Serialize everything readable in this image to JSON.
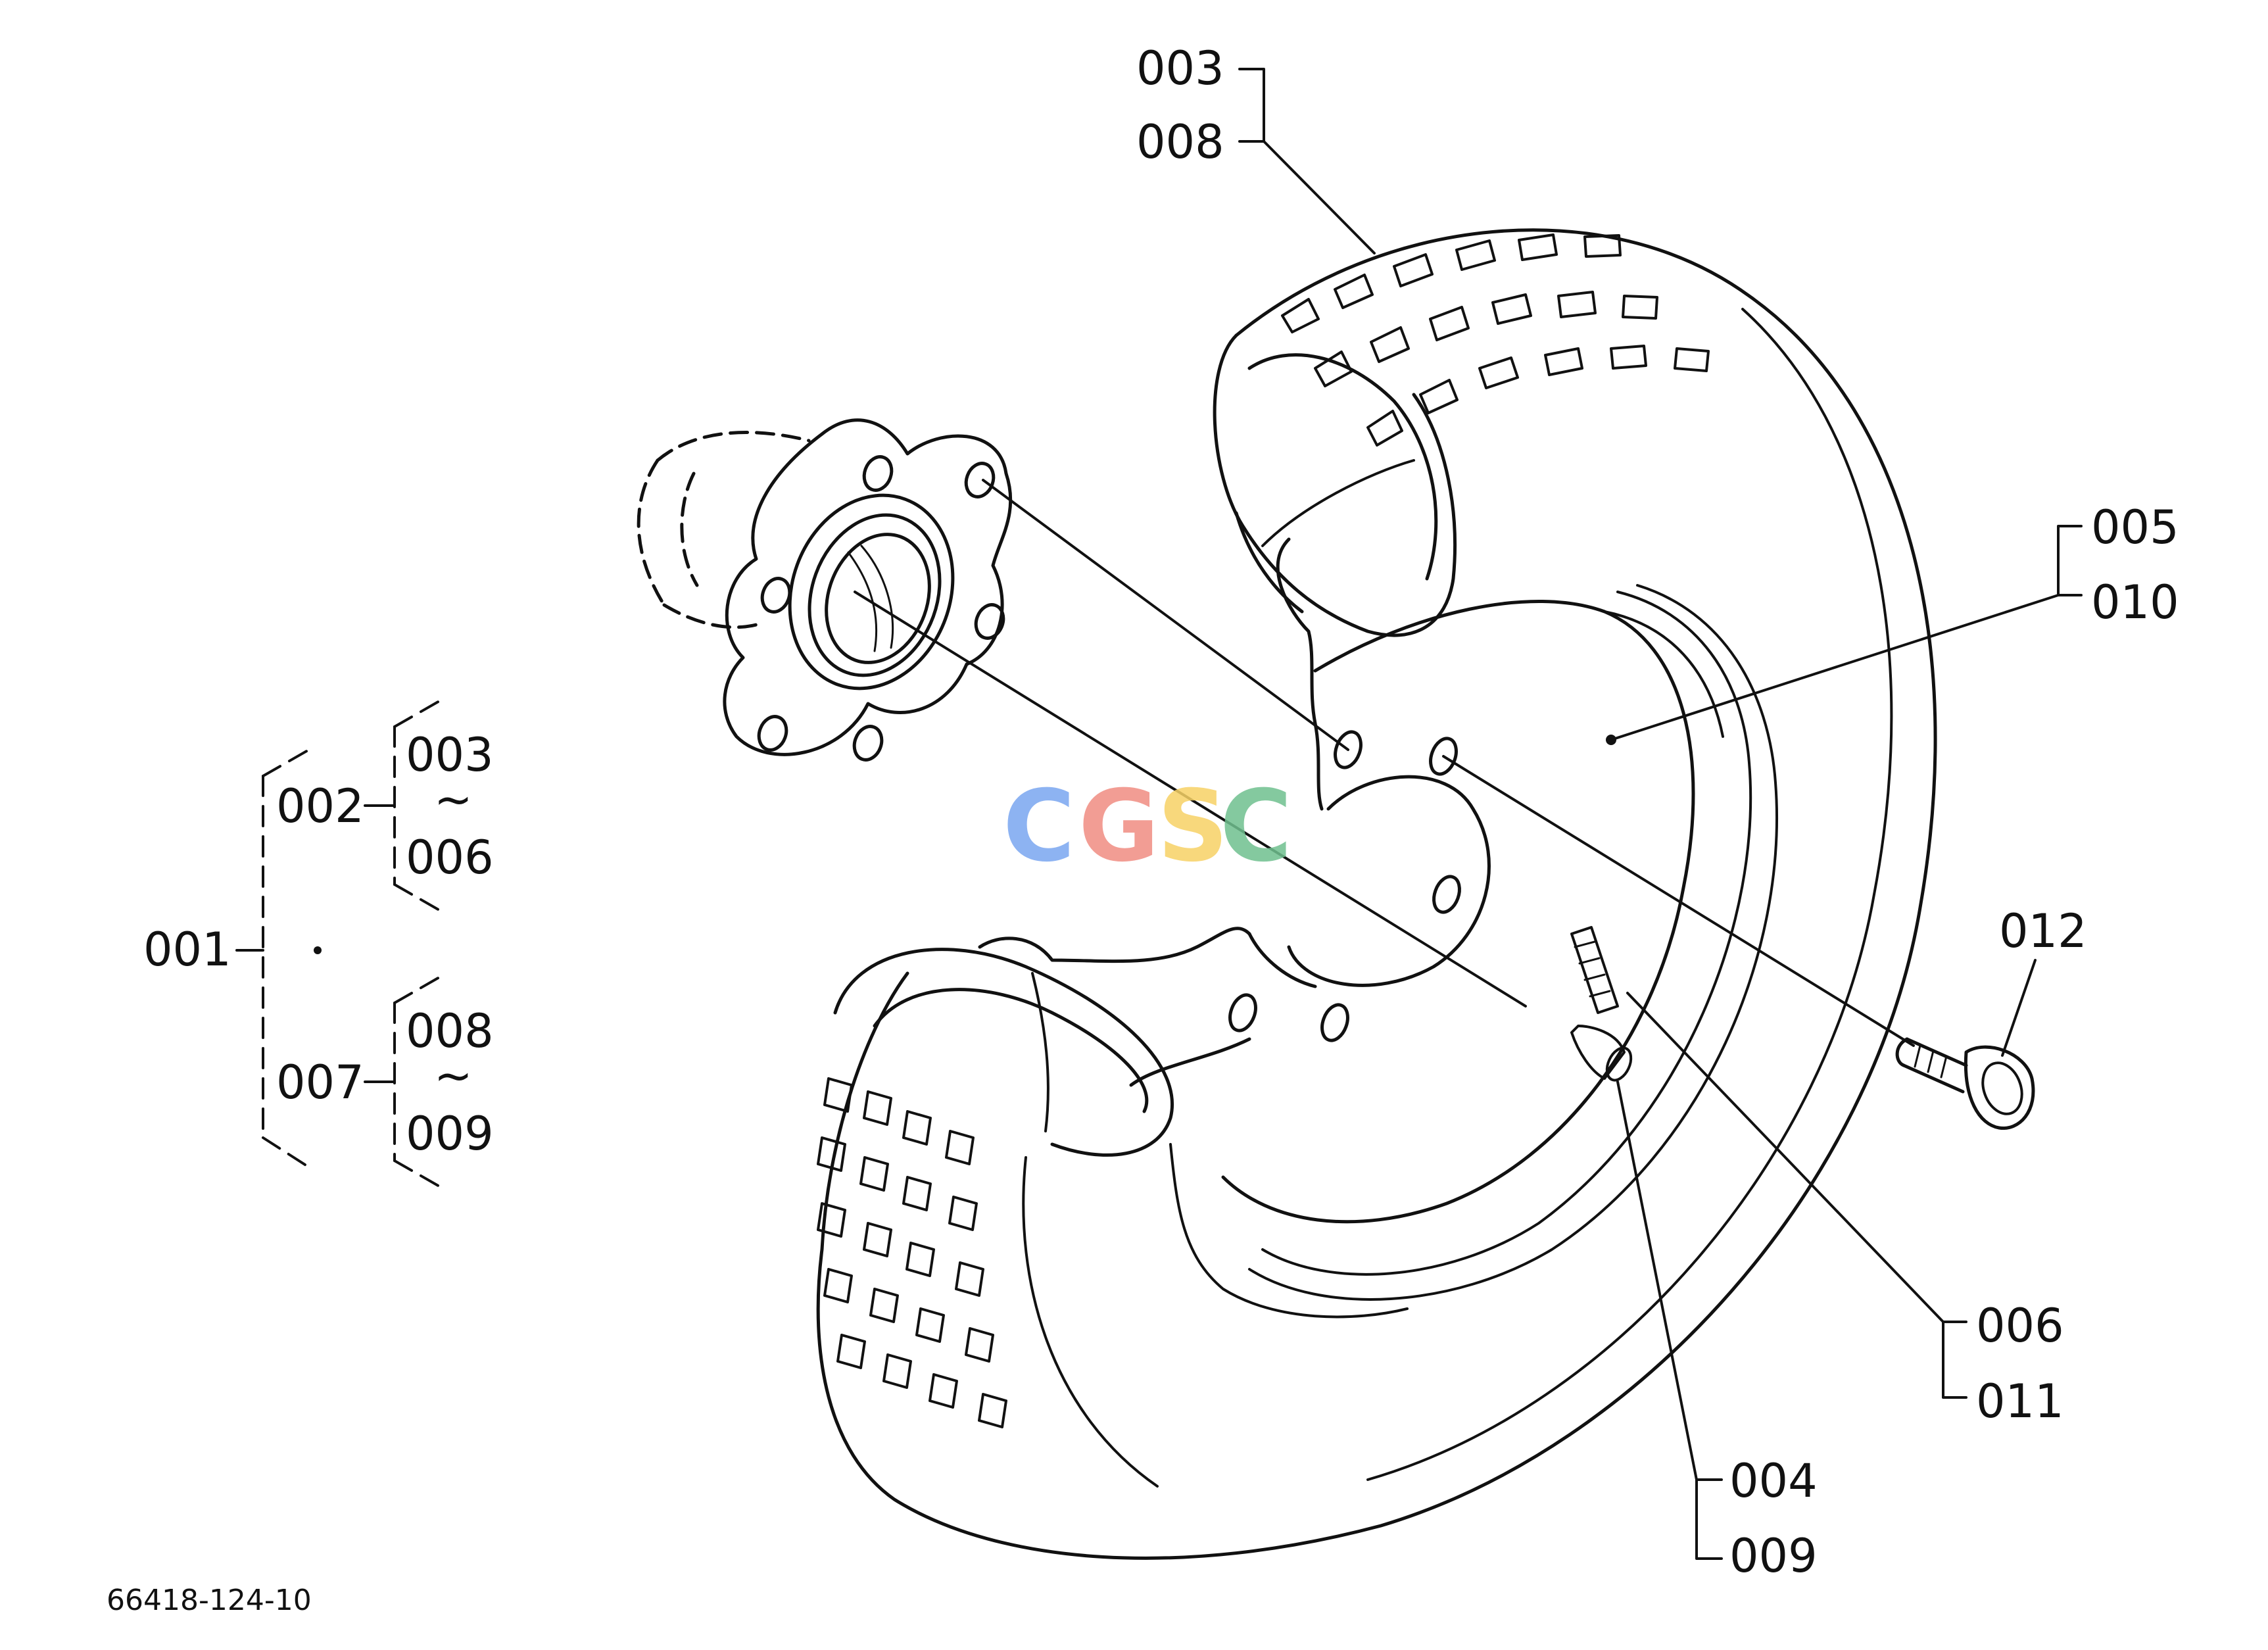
{
  "labels": {
    "l001": "001",
    "l002": "002",
    "l002_from": "003",
    "l002_tilde": "~",
    "l002_to": "006",
    "l007": "007",
    "l007_from": "008",
    "l007_tilde": "~",
    "l007_to": "009",
    "tire_a": "003",
    "tire_b": "008",
    "rim_a": "005",
    "rim_b": "010",
    "bolt": "012",
    "tube_a": "006",
    "tube_b": "011",
    "valve_a": "004",
    "valve_b": "009",
    "drawing_number": "66418-124-10"
  },
  "watermark": {
    "letters": [
      "C",
      "G",
      "S",
      "C"
    ],
    "colors": [
      "#7aa6f0",
      "#f08c82",
      "#f7d266",
      "#6fc08f"
    ]
  }
}
